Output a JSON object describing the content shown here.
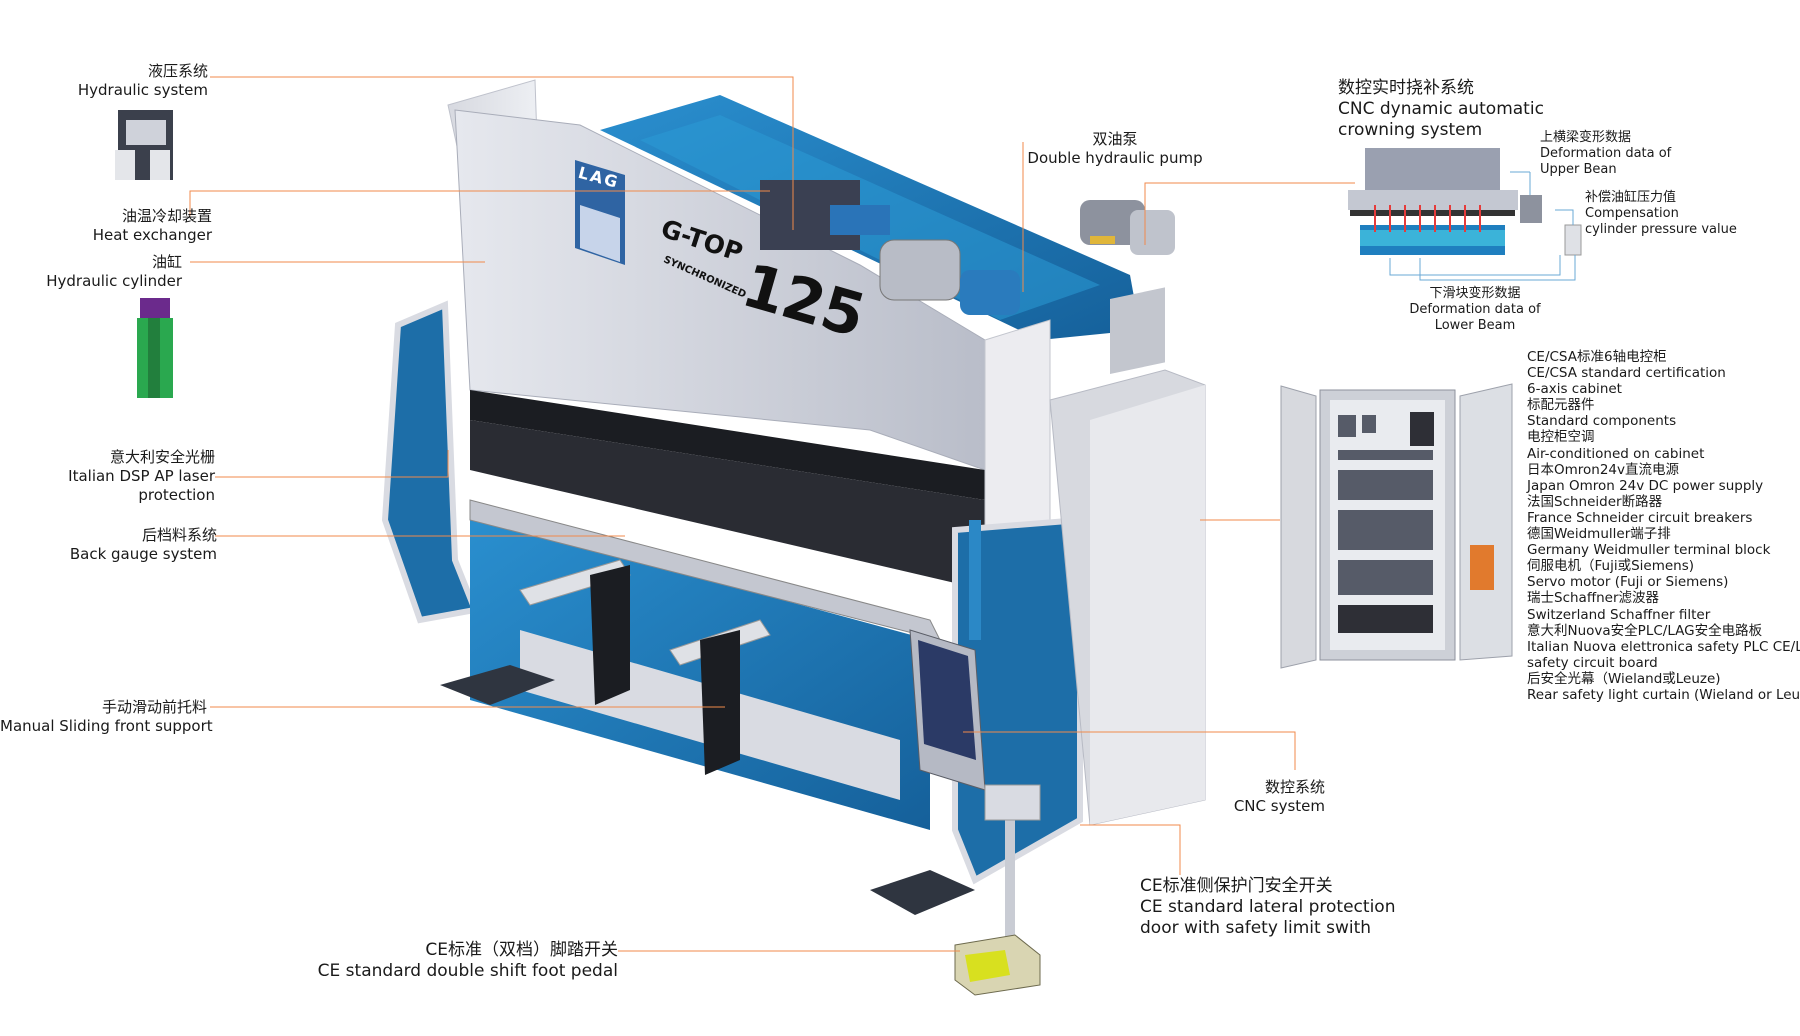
{
  "brand": {
    "logo_text": "LAG",
    "model_line1": "G-TOP",
    "model_line2": "SYNCHRONIZED",
    "model_number": "125"
  },
  "labels": {
    "hydraulic_system": {
      "zh": "液压系统",
      "en": "Hydraulic system"
    },
    "heat_exchanger": {
      "zh": "油温冷却装置",
      "en": "Heat exchanger"
    },
    "hydraulic_cylinder": {
      "zh": "油缸",
      "en": "Hydraulic cylinder"
    },
    "laser_protection": {
      "zh": "意大利安全光栅",
      "en1": "Italian DSP AP laser",
      "en2": "protection"
    },
    "back_gauge": {
      "zh": "后档料系统",
      "en": "Back gauge system"
    },
    "front_support": {
      "zh": "手动滑动前托料",
      "en": "Manual Sliding front support"
    },
    "foot_pedal": {
      "zh": "CE标准（双档）脚踏开关",
      "en": "CE standard double shift foot pedal"
    },
    "double_pump": {
      "zh": "双油泵",
      "en": "Double hydraulic pump"
    },
    "crowning": {
      "zh": "数控实时挠补系统",
      "en1": "CNC dynamic automatic",
      "en2": "crowning system"
    },
    "upper_beam": {
      "zh": "上横梁变形数据",
      "en1": "Deformation data of",
      "en2": "Upper Bean"
    },
    "compensation": {
      "zh": "补偿油缸压力值",
      "en1": "Compensation",
      "en2": "cylinder pressure value"
    },
    "lower_beam": {
      "zh": "下滑块变形数据",
      "en1": "Deformation data of",
      "en2": "Lower Beam"
    },
    "cnc_system": {
      "zh": "数控系统",
      "en": "CNC system"
    },
    "lateral_door": {
      "zh": "CE标准侧保护门安全开关",
      "en1": "CE standard lateral protection",
      "en2": "door with safety limit swith"
    }
  },
  "cabinet_list": [
    "CE/CSA标准6轴电控柜",
    "CE/CSA standard certification",
    "6-axis cabinet",
    "标配元器件",
    "Standard components",
    "电控柜空调",
    "Air-conditioned on cabinet",
    "日本Omron24v直流电源",
    "Japan Omron 24v DC power supply",
    "法国Schneider断路器",
    "France Schneider circuit breakers",
    "德国Weidmuller端子排",
    "Germany Weidmuller terminal block",
    "伺服电机（Fuji或Siemens)",
    "Servo motor (Fuji or Siemens)",
    "瑞士Schaffner滤波器",
    "Switzerland Schaffner filter",
    "意大利Nuova安全PLC/LAG安全电路板",
    "Italian Nuova elettronica safety PLC CE/LAG",
    "safety circuit board",
    "后安全光幕（Wieland或Leuze)",
    "Rear safety light curtain (Wieland or Leuze)"
  ],
  "colors": {
    "leader_line": "#f08a4b",
    "machine_blue": "#1f7fbf",
    "machine_dark_blue": "#1a5f93",
    "panel_grey": "#c9ccd6",
    "panel_light": "#dfe1e8"
  }
}
